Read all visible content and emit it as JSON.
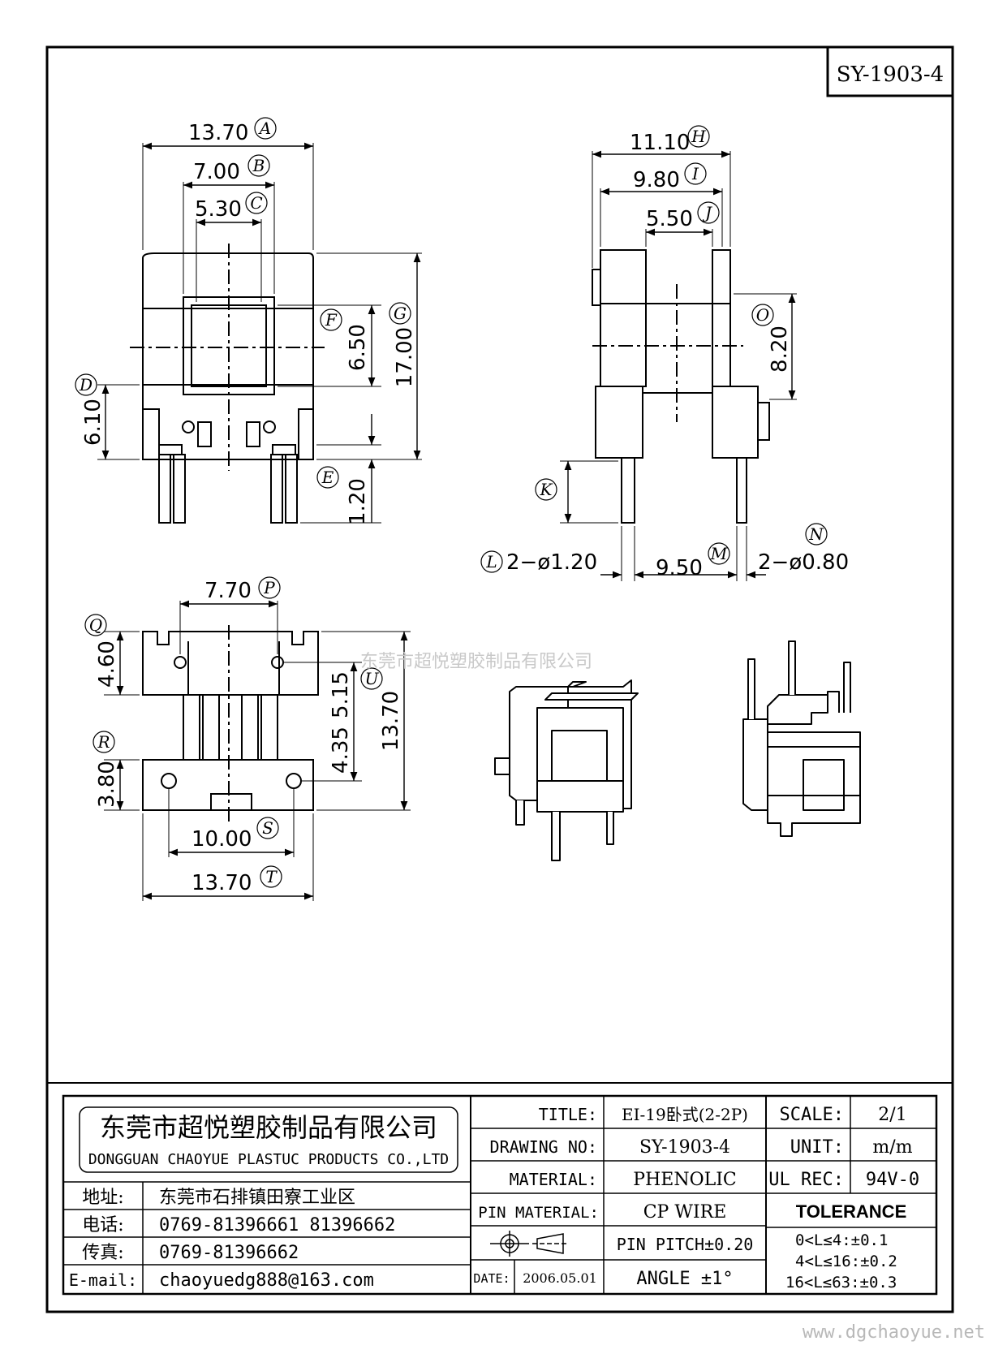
{
  "drawing_code": "SY-1903-4",
  "watermark_cn": "东莞市超悦塑胶制品有限公司",
  "website": "www.dgchaoyue.net",
  "front_view": {
    "dim_a": "13.70",
    "dim_b": "7.00",
    "dim_c": "5.30",
    "dim_d": "6.10",
    "dim_e": "1.20",
    "dim_f": "6.50",
    "dim_g": "17.00",
    "labels": [
      "A",
      "B",
      "C",
      "D",
      "E",
      "F",
      "G"
    ]
  },
  "side_view": {
    "dim_h": "11.10",
    "dim_i": "9.80",
    "dim_j": "5.50",
    "dim_o": "8.20",
    "dim_l": "2−ø1.20",
    "dim_m": "9.50",
    "dim_n": "2−ø0.80",
    "labels": [
      "H",
      "I",
      "J",
      "K",
      "L",
      "M",
      "N",
      "O"
    ]
  },
  "bottom_view": {
    "dim_p": "7.70",
    "dim_q": "4.60",
    "dim_r": "3.80",
    "dim_s": "10.00",
    "dim_t": "13.70",
    "dim_u1": "5.15",
    "dim_u2": "4.35",
    "dim_u3": "13.70",
    "labels": [
      "P",
      "Q",
      "R",
      "S",
      "T",
      "U"
    ]
  },
  "title_block": {
    "company_cn": "东莞市超悦塑胶制品有限公司",
    "company_en": "DONGGUAN CHAOYUE PLASTUC PRODUCTS CO.,LTD",
    "address_label": "地址:",
    "address": "东莞市石排镇田寮工业区",
    "phone_label": "电话:",
    "phone": "0769-81396661  81396662",
    "fax_label": "传真:",
    "fax": "0769-81396662",
    "email_label": "E-mail:",
    "email": "chaoyuedg888@163.com",
    "title_label": "TITLE:",
    "title": "EI-19卧式(2-2P)",
    "drawing_no_label": "DRAWING NO:",
    "drawing_no": "SY-1903-4",
    "material_label": "MATERIAL:",
    "material": "PHENOLIC",
    "pin_material_label": "PIN MATERIAL:",
    "pin_material": "CP WIRE",
    "date_label": "DATE:",
    "date": "2006.05.01",
    "pin_pitch": "PIN PITCH±0.20",
    "angle": "ANGLE  ±1°",
    "scale_label": "SCALE:",
    "scale": "2/1",
    "unit_label": "UNIT:",
    "unit": "m/m",
    "ul_label": "UL REC:",
    "ul": "94V-0",
    "tolerance_label": "TOLERANCE",
    "tolerances": [
      "0<L≤4:±0.1",
      "4<L≤16:±0.2",
      "16<L≤63:±0.3"
    ]
  }
}
